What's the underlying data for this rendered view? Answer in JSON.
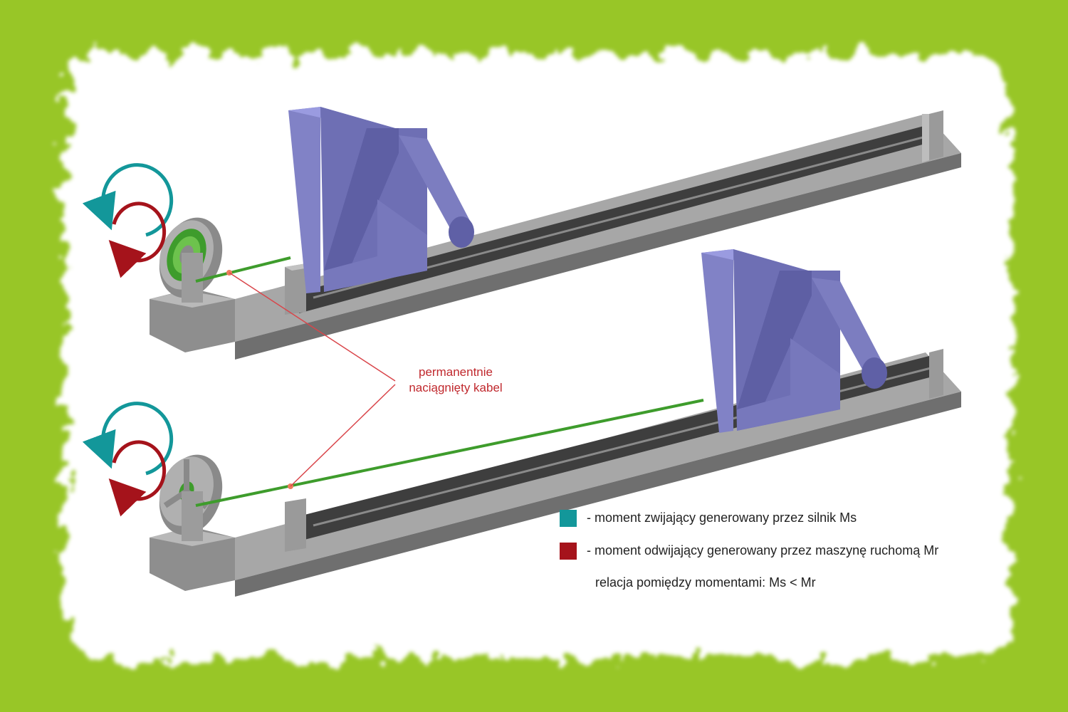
{
  "callout": {
    "line1": "permanentnie",
    "line2": "naciągnięty kabel"
  },
  "legend": {
    "items": [
      {
        "color": "#13979a",
        "text": "- moment zwijający generowany przez silnik Ms"
      },
      {
        "color": "#a5131b",
        "text": "- moment odwijający generowany przez maszynę ruchomą Mr"
      }
    ],
    "relation": "relacja pomiędzy momentami: Ms < Mr"
  },
  "colors": {
    "frame": "#98c627",
    "rail_gray": "#a3a3a3",
    "rail_dark": "#4a4a4a",
    "machine": "#6e6fb4",
    "cable": "#3e9c2c",
    "callout": "#d9454a",
    "arrow_teal": "#13979a",
    "arrow_red": "#a5131b"
  },
  "icons": [
    "rotation-arrows-icon",
    "cable-drum-icon"
  ]
}
